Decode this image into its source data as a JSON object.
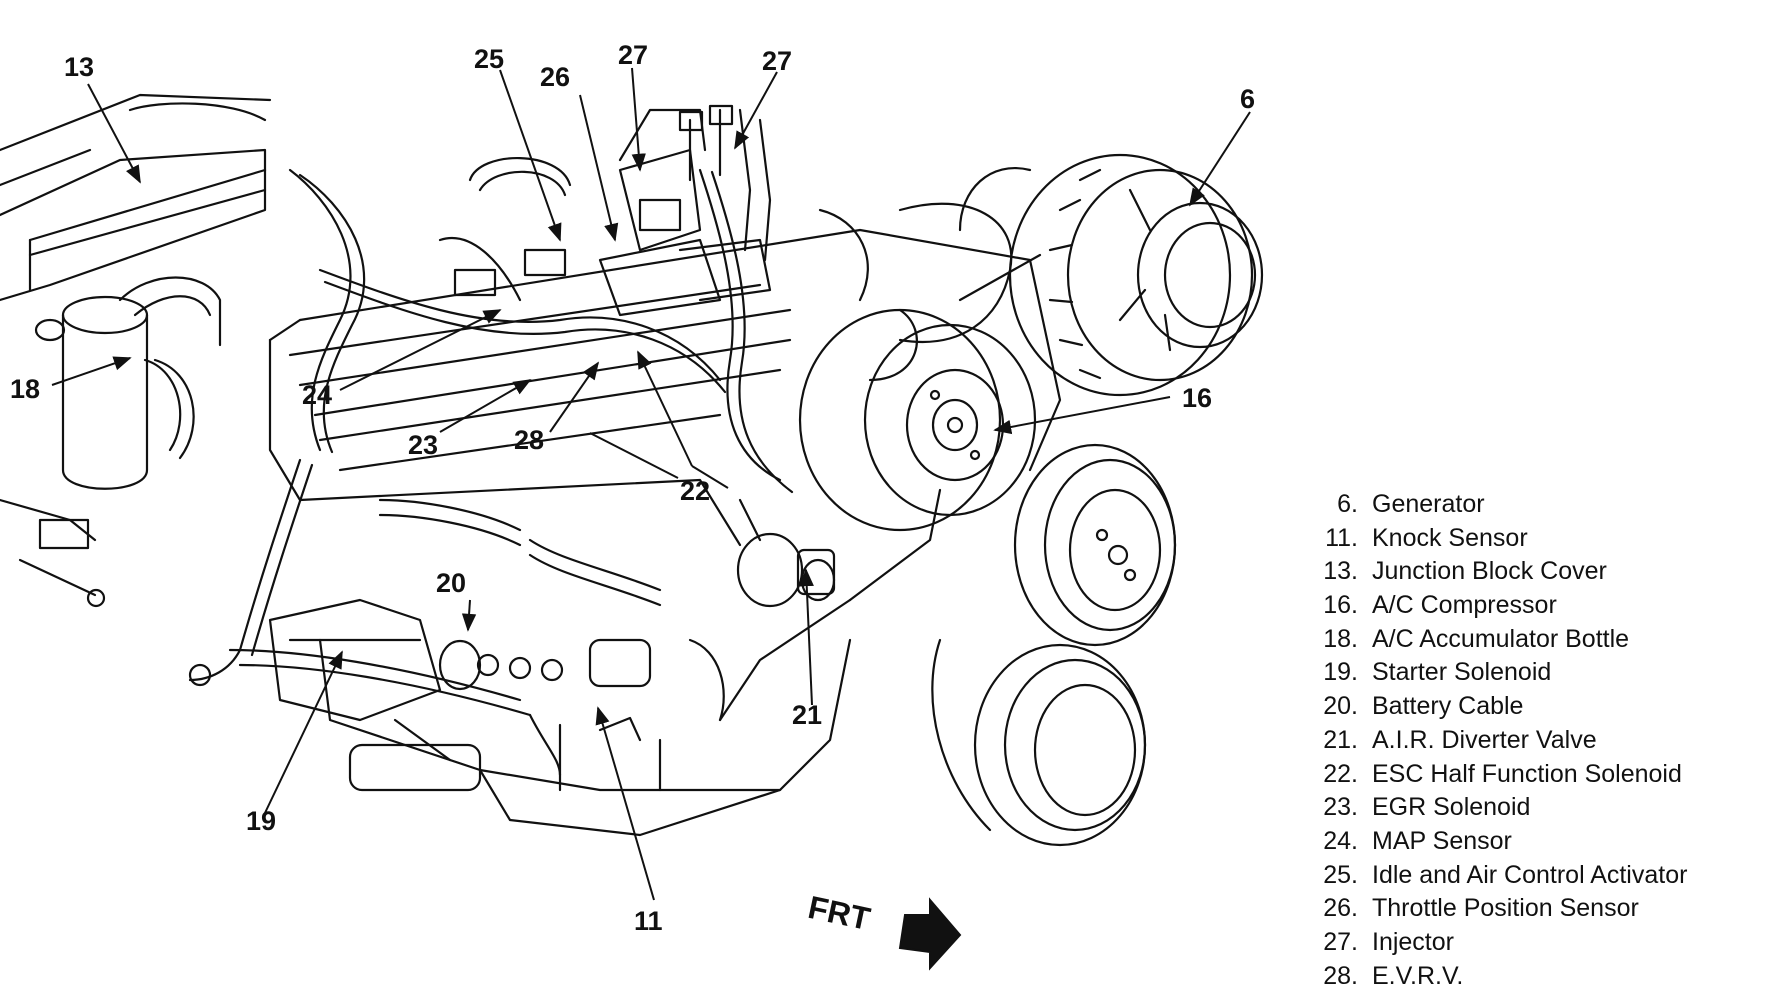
{
  "diagram": {
    "callouts": {
      "c13": "13",
      "c25": "25",
      "c26": "26",
      "c27a": "27",
      "c27b": "27",
      "c6": "6",
      "c18": "18",
      "c24": "24",
      "c23": "23",
      "c28": "28",
      "c16": "16",
      "c22": "22",
      "c20": "20",
      "c21": "21",
      "c19": "19",
      "c11": "11"
    },
    "front_label": "FRT",
    "legend": [
      {
        "num": "6.",
        "label": "Generator"
      },
      {
        "num": "11.",
        "label": "Knock Sensor"
      },
      {
        "num": "13.",
        "label": "Junction Block Cover"
      },
      {
        "num": "16.",
        "label": "A/C Compressor"
      },
      {
        "num": "18.",
        "label": "A/C Accumulator Bottle"
      },
      {
        "num": "19.",
        "label": "Starter Solenoid"
      },
      {
        "num": "20.",
        "label": "Battery Cable"
      },
      {
        "num": "21.",
        "label": "A.I.R. Diverter Valve"
      },
      {
        "num": "22.",
        "label": "ESC Half Function Solenoid"
      },
      {
        "num": "23.",
        "label": "EGR Solenoid"
      },
      {
        "num": "24.",
        "label": "MAP Sensor"
      },
      {
        "num": "25.",
        "label": "Idle and Air Control Activator"
      },
      {
        "num": "26.",
        "label": "Throttle Position Sensor"
      },
      {
        "num": "27.",
        "label": "Injector"
      },
      {
        "num": "28.",
        "label": "E.V.R.V."
      }
    ]
  }
}
